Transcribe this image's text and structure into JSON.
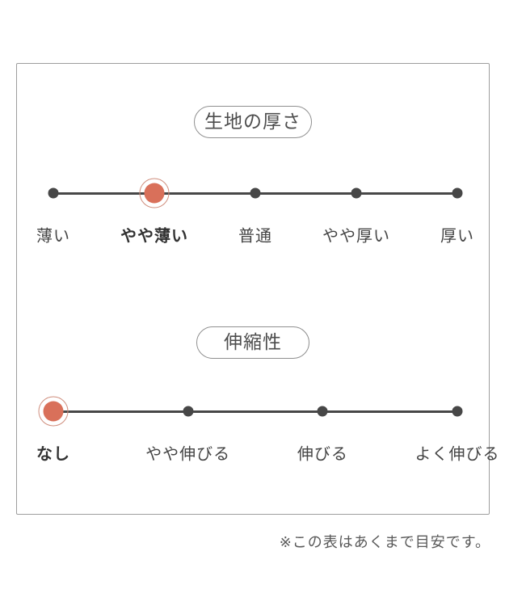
{
  "figure": {
    "note": "※この表はあくまで目安です。"
  },
  "colors": {
    "accent": "#d9705a",
    "accent_ring": "#cf8d7c",
    "track": "#474747",
    "box_border": "#9e9e9e",
    "pill_border": "#8f8f8f",
    "label_text": "#454545",
    "note_text": "#595959"
  },
  "chart_data": [
    {
      "type": "scale",
      "title": "生地の厚さ",
      "categories": [
        "薄い",
        "やや薄い",
        "普通",
        "やや厚い",
        "厚い"
      ],
      "selected": "やや薄い",
      "selected_index": 1
    },
    {
      "type": "scale",
      "title": "伸縮性",
      "categories": [
        "なし",
        "やや伸びる",
        "伸びる",
        "よく伸びる"
      ],
      "selected": "なし",
      "selected_index": 0
    }
  ]
}
